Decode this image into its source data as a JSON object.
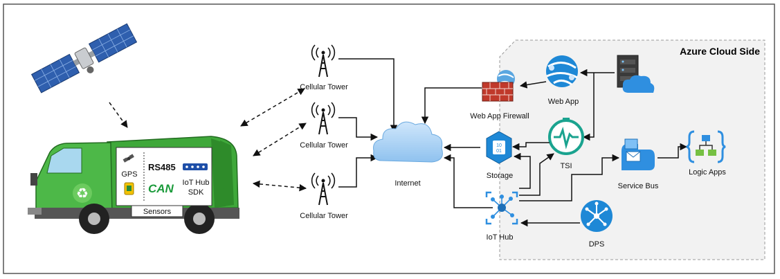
{
  "cloud": {
    "title": "Azure Cloud Side"
  },
  "truck": {
    "gps_label": "GPS",
    "rs485_label": "RS485",
    "can_label": "CAN",
    "sdk_label_line1": "IoT Hub",
    "sdk_label_line2": "SDK",
    "sensors_label": "Sensors",
    "recycle_symbol": "♻"
  },
  "towers": [
    {
      "label": "Cellular Tower"
    },
    {
      "label": "Cellular Tower"
    },
    {
      "label": "Cellular Tower"
    }
  ],
  "internet": {
    "label": "Internet"
  },
  "services": {
    "waf": "Web App Firewall",
    "web_app": "Web App",
    "storage": "Storage",
    "storage_bits": [
      "10",
      "01"
    ],
    "tsi": "TSI",
    "service_bus": "Service Bus",
    "logic_apps": "Logic Apps",
    "iot_hub": "IoT Hub",
    "dps": "DPS"
  },
  "colors": {
    "azure_blue": "#1e88d6",
    "truck_green": "#3fa83a",
    "cloud_bg": "#f2f2f2",
    "firewall_red": "#c0392b",
    "tsi_teal": "#1aa38f"
  }
}
